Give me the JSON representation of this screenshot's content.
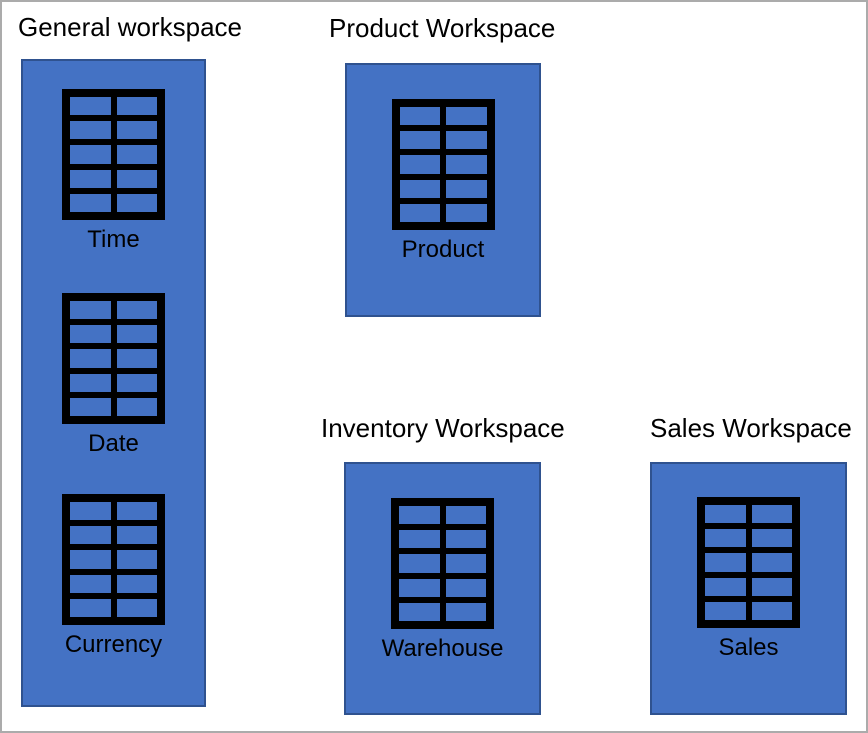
{
  "colors": {
    "workspace_fill": "#4472C4",
    "workspace_border": "#2F528F",
    "icon_color": "#000000",
    "text_color": "#000000",
    "canvas_background": "#FFFFFF",
    "canvas_border": "#ABABAB"
  },
  "workspaces": {
    "general": {
      "title": "General workspace",
      "tables": [
        {
          "label": "Time"
        },
        {
          "label": "Date"
        },
        {
          "label": "Currency"
        }
      ]
    },
    "product": {
      "title": "Product Workspace",
      "tables": [
        {
          "label": "Product"
        }
      ]
    },
    "inventory": {
      "title": "Inventory Workspace",
      "tables": [
        {
          "label": "Warehouse"
        }
      ]
    },
    "sales": {
      "title": "Sales Workspace",
      "tables": [
        {
          "label": "Sales"
        }
      ]
    }
  }
}
